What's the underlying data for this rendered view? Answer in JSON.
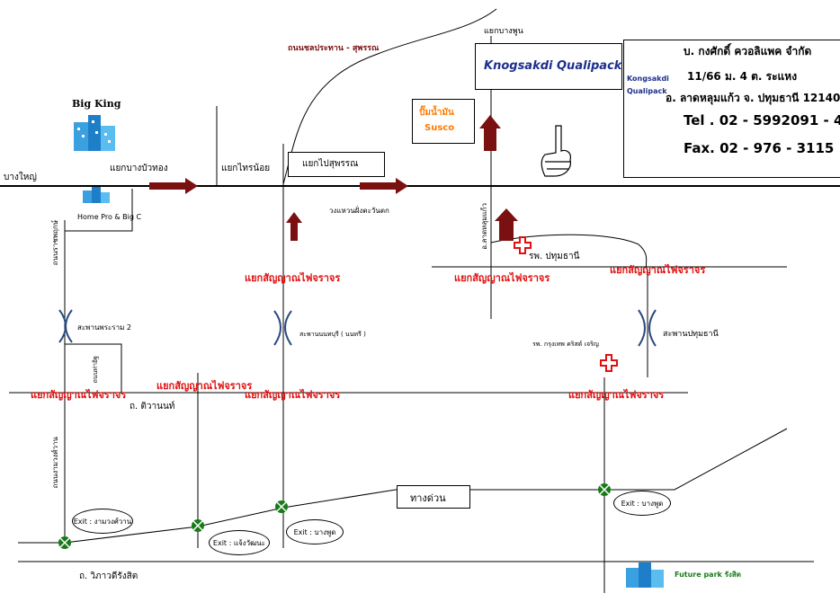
{
  "company": {
    "logo_text": "Kongsakdi",
    "logo_sub": "Qualipack",
    "name": "บ. กงศักดิ์ ควอลิแพค จำกัด",
    "address1": "11/66 ม. 4 ต. ระแหง",
    "address2": "อ. ลาดหลุมแก้ว จ. ปทุมธานี 12140",
    "tel": "Tel . 02 - 5992091 - 4",
    "fax": "Fax. 02 - 976 - 3115"
  },
  "landmarks": {
    "factory": "Knogsakdi Qualipack",
    "gas_station_line1": "ปั๊มน้ำมัน",
    "gas_station_line2": "Susco",
    "big_king": "Big King",
    "home_pro": "Home Pro & Big C",
    "future_park": "Future park รังสิต",
    "hospital1": "รพ. ปทุมธานี",
    "hospital2": "รพ. กรุงเทพ คริสต์ เจริญ"
  },
  "roads": {
    "top_junction": "แยกบางพูน",
    "top_road": "ถนนชลประทาน - สุพรรณ",
    "bang_yai": "บางใหญ่",
    "bang_bua_thong": "แยกบางบัวทอง",
    "sai_noi": "แยกไทรน้อย",
    "to_suphan": "แยกไปสุพรรณ",
    "to_west": "วงแหวนฝั่งตะวันตก",
    "lat_lum_kaeo": "อ.ลาดหลุมแก้ว",
    "ratchaphruek": "ถนนราชพฤกษ์",
    "nonthaburi2": "สะพานพระราม 2",
    "nonthaburi_bridge": "สะพานนนทบุรี ( นนทรี )",
    "pathum_bridge": "สะพานปทุมธานี",
    "sai_ma": "ถนนท่าอิฐ",
    "tiwanon": "ถ. ติวานนท์",
    "ngam_wong_wan": "ถนนงามวงศ์วาน",
    "expressway": "ทางด่วน",
    "vibhavadi": "ถ. วิภาวดีรังสิต"
  },
  "traffic_lights": {
    "tl1": "แยกสัญญาณไฟจราจร",
    "tl2": "แยกสัญญาณไฟจราจร",
    "tl3": "แยกสัญญาณไฟจราจร",
    "tl4": "แยกสัญญาณไฟจราจร",
    "tl5": "แยกสัญญาณไฟจราจร",
    "tl6": "แยกสัญญาณไฟจราจร",
    "tl7": "แยกสัญญาณไฟจราจร"
  },
  "exits": {
    "exit1": "Exit : งามวงศ์วาน",
    "exit2": "Exit : แจ้งวัฒนะ",
    "exit3": "Exit : บางพูด",
    "exit4": "Exit : บางพูด"
  },
  "colors": {
    "arrow": "#7a1010",
    "red_label": "#e01010",
    "bridge": "#2a4a80",
    "hospital_cross": "#e01010",
    "gas_orange": "#ff7a00",
    "interchange_green": "#1a7a1a",
    "road": "#000000"
  }
}
